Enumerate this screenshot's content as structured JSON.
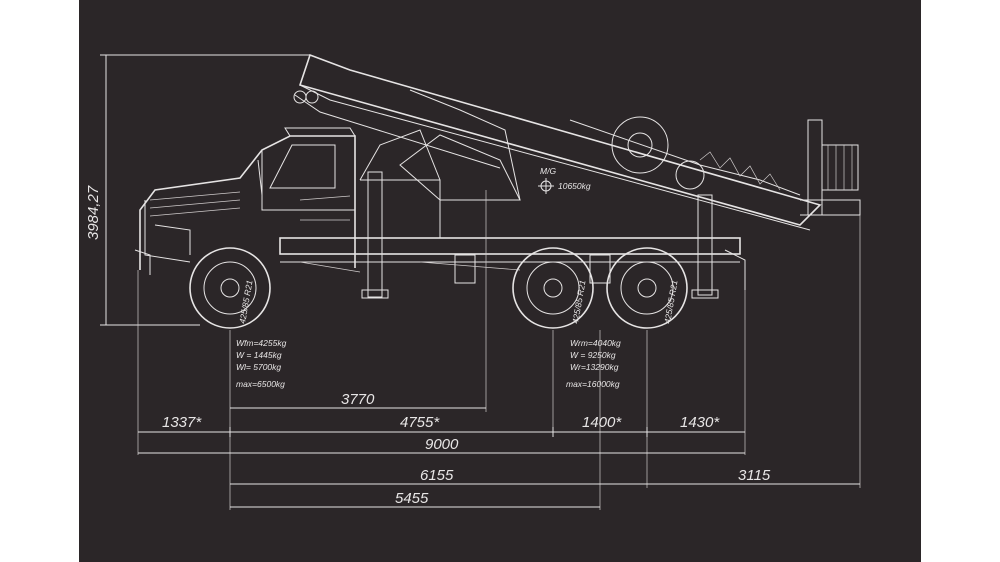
{
  "colors": {
    "background": "#2b2628",
    "lines": "#e6e4e4",
    "margin": "#ffffff"
  },
  "height_dim": "3984,27",
  "cg": {
    "label": "M/G",
    "weight": "10650kg"
  },
  "front_axle": {
    "wm": "Wfm=4255kg",
    "w": "W  =  1445kg",
    "wl": "Wl=  5700kg",
    "max": "max=6500kg",
    "tire": "425/85 R21"
  },
  "rear_axle": {
    "wm": "Wrm=4040kg",
    "w": "W  =  9250kg",
    "wl": "Wr=13290kg",
    "max": "max=16000kg",
    "tire": "425/85 R21"
  },
  "dims": {
    "d3770": "3770",
    "d1337": "1337*",
    "d4755": "4755*",
    "d1400": "1400*",
    "d1430": "1430*",
    "d9000": "9000",
    "d6155": "6155",
    "d3115": "3115",
    "d5455": "5455"
  }
}
